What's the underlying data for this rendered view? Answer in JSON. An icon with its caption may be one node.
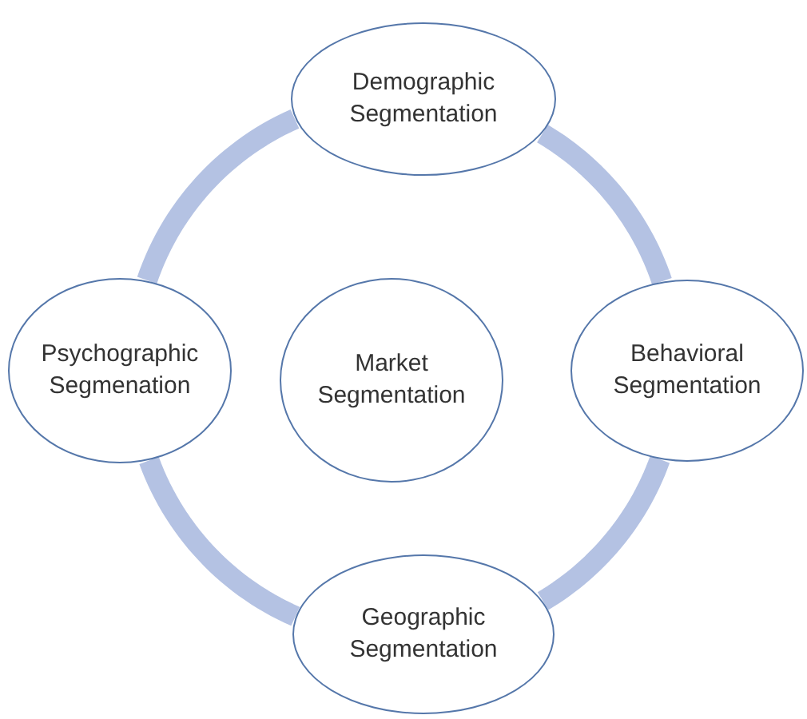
{
  "diagram": {
    "nodes": [
      {
        "text": [
          "Demographic Segmentation"
        ]
      },
      {
        "text": [
          "Psychographic Segmenation"
        ]
      },
      {
        "text": [
          "Market Segmentation"
        ]
      },
      {
        "text": [
          "Behavioral Segmentation"
        ]
      },
      {
        "text": [
          "Geographic Segmentation"
        ]
      }
    ],
    "edges": [
      {
        "from": 0,
        "to": 3,
        "arrow": "none"
      },
      {
        "from": 3,
        "to": 4,
        "arrow": "none"
      },
      {
        "from": 4,
        "to": 1,
        "arrow": "none"
      },
      {
        "from": 1,
        "to": 0,
        "arrow": "none"
      }
    ]
  }
}
